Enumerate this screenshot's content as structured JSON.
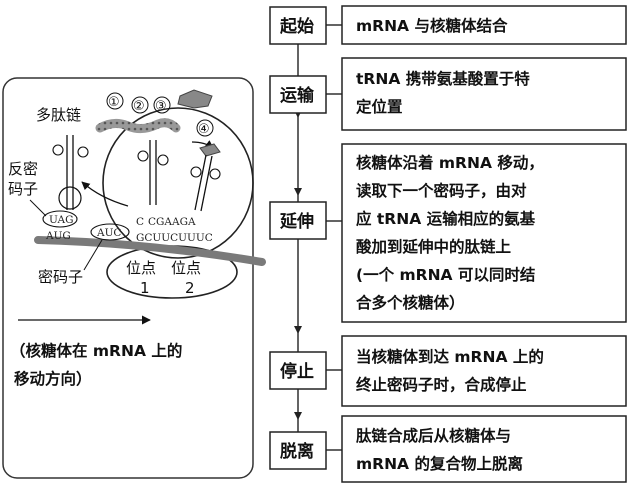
{
  "ribosome_panel": {
    "labels": {
      "polypeptide": "多肽链",
      "anticodon_1": "反密",
      "anticodon_2": "码子",
      "codon": "密码子",
      "site_a": "位点",
      "site_a_num": "1",
      "site_b": "位点",
      "site_b_num": "2"
    },
    "steps": [
      "①",
      "②",
      "③",
      "④"
    ],
    "sequences": {
      "mrna_left": "AUG",
      "codon": "AUC",
      "mrna_right": "GCUUCUUUC",
      "anticodon": "UAG",
      "trna2": "CGAAGA",
      "c_mark": "C"
    },
    "caption_line1": "（核糖体在 mRNA 上的",
    "caption_line2": "移动方向）"
  },
  "stages": [
    {
      "name": "起始",
      "desc": [
        "mRNA 与核糖体结合"
      ]
    },
    {
      "name": "运输",
      "desc": [
        "tRNA 携带氨基酸置于特",
        "定位置"
      ]
    },
    {
      "name": "延伸",
      "desc": [
        "核糖体沿着 mRNA 移动，",
        "读取下一个密码子，由对",
        "应 tRNA 运输相应的氨基",
        "酸加到延伸中的肽链上",
        "(一个 mRNA 可以同时结",
        "合多个核糖体）"
      ]
    },
    {
      "name": "停止",
      "desc": [
        "当核糖体到达 mRNA 上的",
        "终止密码子时，合成停止"
      ]
    },
    {
      "name": "脱离",
      "desc": [
        "肽链合成后从核糖体与",
        "mRNA 的复合物上脱离"
      ]
    }
  ]
}
